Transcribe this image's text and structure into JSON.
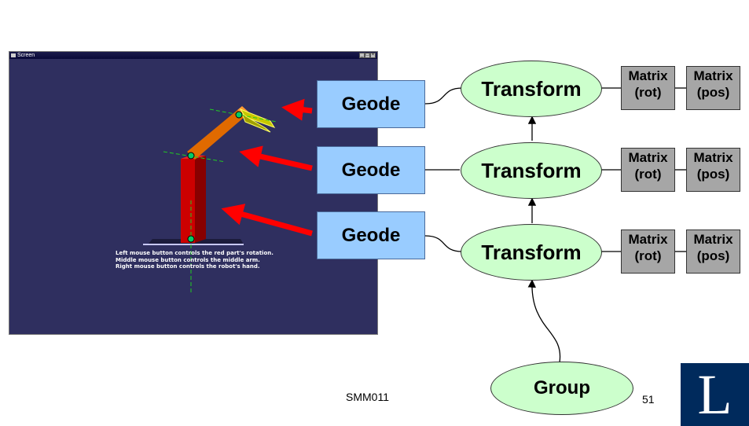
{
  "window": {
    "title": "Screen",
    "controls": [
      "_",
      "□",
      "×"
    ],
    "caption": [
      "Left mouse button controls the red part's rotation.",
      "Middle mouse button controls the middle arm.",
      "Right mouse button controls the robot's hand."
    ]
  },
  "diagram": {
    "geodes": [
      "Geode",
      "Geode",
      "Geode"
    ],
    "transforms": [
      "Transform",
      "Transform",
      "Transform"
    ],
    "group": "Group",
    "matrices": [
      [
        {
          "l1": "Matrix",
          "l2": "(rot)"
        },
        {
          "l1": "Matrix",
          "l2": "(pos)"
        }
      ],
      [
        {
          "l1": "Matrix",
          "l2": "(rot)"
        },
        {
          "l1": "Matrix",
          "l2": "(pos)"
        }
      ],
      [
        {
          "l1": "Matrix",
          "l2": "(rot)"
        },
        {
          "l1": "Matrix",
          "l2": "(pos)"
        }
      ]
    ]
  },
  "footer": {
    "code": "SMM011",
    "page": "51",
    "logo_letter": "L"
  },
  "colors": {
    "window_bg": "#2f2f5f",
    "geode_fill": "#99ccff",
    "transform_fill": "#ccffcc",
    "matrix_fill": "#a6a6a6",
    "arrow_red": "#ff0000",
    "logo_bg": "#002a5c"
  }
}
